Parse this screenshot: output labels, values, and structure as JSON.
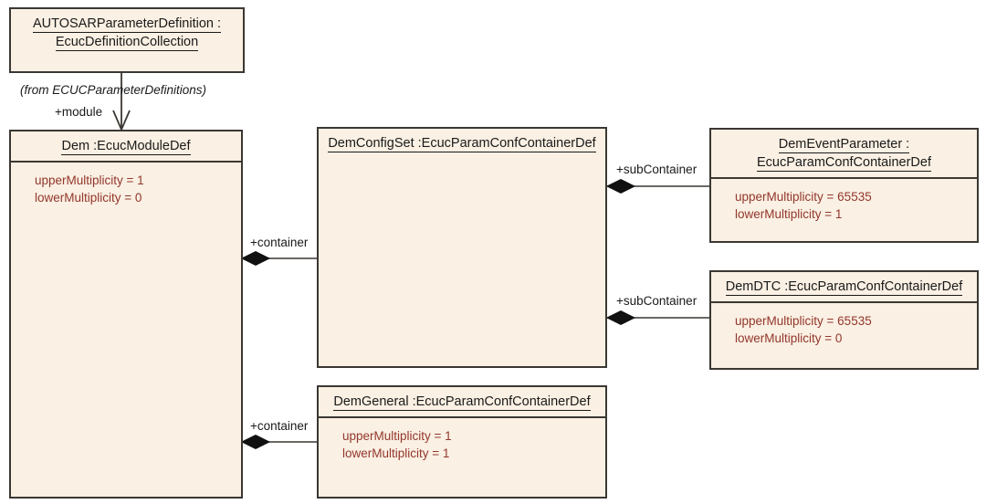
{
  "diagram": {
    "type": "uml-class-diagram",
    "background": "#ffffff",
    "class_fill": "#faf0e3",
    "class_border": "#3b3733",
    "title_color": "#1a1a1a",
    "attribute_color": "#93362c"
  },
  "classes": {
    "autosar": {
      "title_line1": "AUTOSARParameterDefinition :",
      "title_line2": "EcucDefinitionCollection",
      "attributes": []
    },
    "dem": {
      "title_line1": "Dem :EcucModuleDef",
      "attributes": [
        "upperMultiplicity = 1",
        "lowerMultiplicity = 0"
      ]
    },
    "dem_config_set": {
      "title_line1": "DemConfigSet :EcucParamConfContainerDef",
      "attributes": []
    },
    "dem_event_parameter": {
      "title_line1": "DemEventParameter :",
      "title_line2": "EcucParamConfContainerDef",
      "attributes": [
        "upperMultiplicity = 65535",
        "lowerMultiplicity = 1"
      ]
    },
    "dem_dtc": {
      "title_line1": "DemDTC :EcucParamConfContainerDef",
      "attributes": [
        "upperMultiplicity = 65535",
        "lowerMultiplicity = 0"
      ]
    },
    "dem_general": {
      "title_line1": "DemGeneral :EcucParamConfContainerDef",
      "attributes": [
        "upperMultiplicity = 1",
        "lowerMultiplicity = 1"
      ]
    }
  },
  "labels": {
    "from_package": "(from ECUCParameterDefinitions)",
    "module_role": "+module",
    "container_role_configset": "+container",
    "container_role_general": "+container",
    "subcontainer_role_event": "+subContainer",
    "subcontainer_role_dtc": "+subContainer"
  }
}
